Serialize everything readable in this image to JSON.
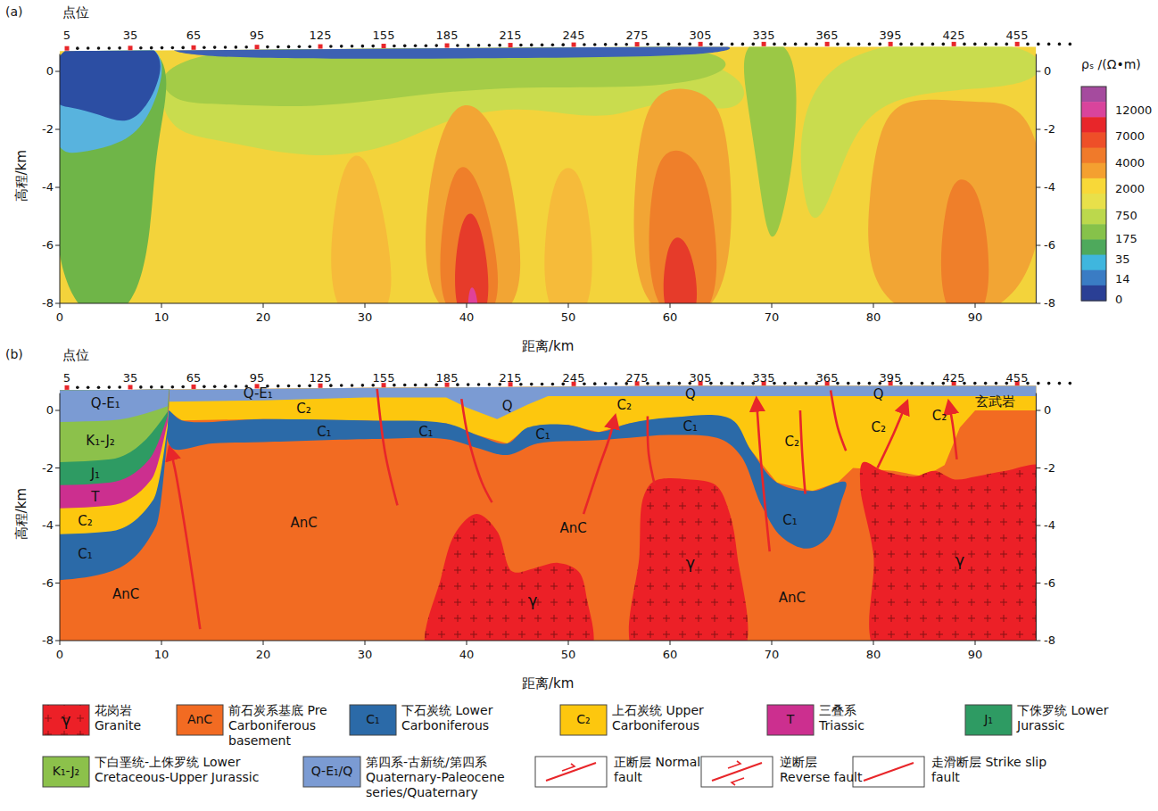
{
  "diagram": {
    "labels": [
      "(a)",
      "点位",
      "5",
      "35",
      "65",
      "95",
      "125",
      "155",
      "185",
      "215",
      "245",
      "275",
      "305",
      "335",
      "365",
      "395",
      "425",
      "455",
      "0",
      "-2",
      "-4",
      "-6",
      "-8",
      "0",
      "-2",
      "-4",
      "-6",
      "-8",
      "高程/km",
      "0",
      "10",
      "20",
      "30",
      "40",
      "50",
      "60",
      "70",
      "80",
      "90",
      "距离/km",
      "ρₛ /(Ω•m)",
      "12000",
      "7000",
      "4000",
      "2000",
      "750",
      "175",
      "35",
      "14",
      "0",
      "(b)",
      "点位",
      "5",
      "35",
      "65",
      "95",
      "125",
      "155",
      "185",
      "215",
      "245",
      "275",
      "305",
      "335",
      "365",
      "395",
      "425",
      "455",
      "0",
      "-2",
      "-4",
      "-6",
      "-8",
      "0",
      "-2",
      "-4",
      "-6",
      "-8",
      "高程/km",
      "0",
      "10",
      "20",
      "30",
      "40",
      "50",
      "60",
      "70",
      "80",
      "90",
      "距离/km",
      "Q-E₁",
      "Q-E₁",
      "K₁-J₂",
      "J₁",
      "T",
      "C₂",
      "C₁",
      "AnC",
      "C₂",
      "C₁",
      "AnC",
      "C₁",
      "Q",
      "C₁",
      "AnC",
      "γ",
      "C₂",
      "Q",
      "C₁",
      "γ",
      "C₂",
      "C₁",
      "AnC",
      "Q",
      "C₂",
      "C₂",
      "玄武岩",
      "γ",
      "γ",
      "AnC",
      "C₁",
      "C₂",
      "T",
      "J₁",
      "K₁-J₂",
      "Q-E₁/Q"
    ],
    "legend": [
      {
        "text": "花岗岩 Granite",
        "color": "#ec2027"
      },
      {
        "text": "前石炭系基底 Pre Carboniferous basement",
        "color": "#f26b22"
      },
      {
        "text": "下石炭统 Lower Carboniferous",
        "color": "#2b6aa8"
      },
      {
        "text": "上石炭统 Upper Carboniferous",
        "color": "#fdc70e"
      },
      {
        "text": "三叠系 Triassic",
        "color": "#cc2f8f"
      },
      {
        "text": "下侏罗统 Lower Jurassic",
        "color": "#2e9b63"
      },
      {
        "text": "下白垩统-上侏罗统 Lower Cretaceous-Upper Jurassic",
        "color": "#8cc14b"
      },
      {
        "text": "第四系-古新统/第四系 Quaternary-Paleocene series/Quaternary",
        "color": "#7b9bd3"
      },
      {
        "text": "正断层 Normal fault"
      },
      {
        "text": "逆断层 Reverse fault"
      },
      {
        "text": "走滑断层 Strike slip fault"
      }
    ]
  }
}
